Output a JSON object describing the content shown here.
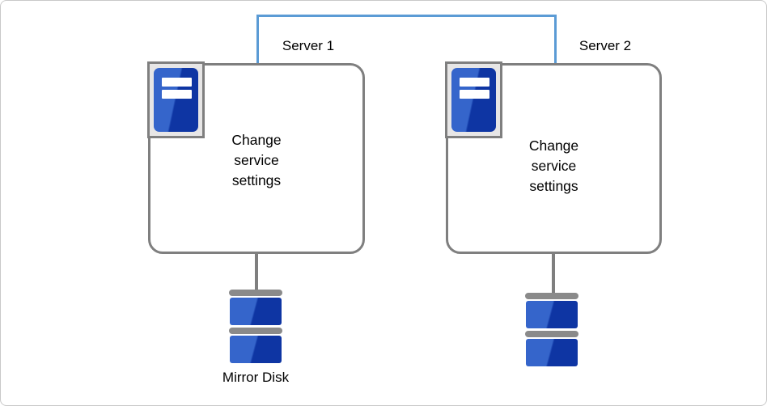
{
  "diagram": {
    "type": "cluster-architecture-figure",
    "colors": {
      "connector_blue": "#5B9BD5",
      "outline_gray": "#7F7F7F",
      "stub_gray": "#8A8A8A",
      "server_blue_light": "#3565CB",
      "server_blue_dark": "#0E35A3",
      "icon_plate_gray": "#E7E6E6",
      "text_black": "#000000"
    },
    "nodes": [
      {
        "label": "Server 1",
        "action": "Change service settings"
      },
      {
        "label": "Server 2",
        "action": "Change service settings"
      }
    ],
    "disks": [
      {
        "label": "Mirror Disk"
      },
      {
        "label": ""
      }
    ]
  }
}
